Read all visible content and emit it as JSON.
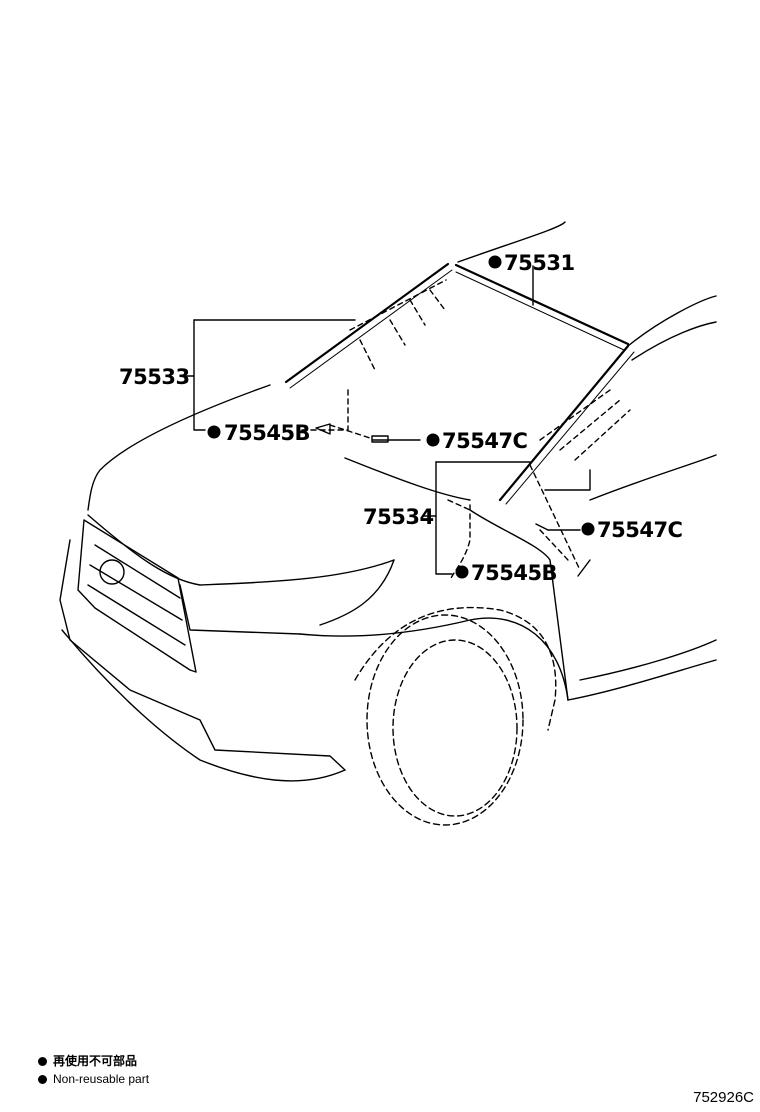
{
  "callouts": [
    {
      "id": "75531",
      "non_reusable": true
    },
    {
      "id": "75533",
      "non_reusable": false
    },
    {
      "id": "75545B",
      "non_reusable": true
    },
    {
      "id": "75547C",
      "non_reusable": true
    },
    {
      "id": "75534",
      "non_reusable": false
    },
    {
      "id": "75547C",
      "non_reusable": true
    },
    {
      "id": "75545B",
      "non_reusable": true
    }
  ],
  "legend": {
    "japanese": "再使用不可部品",
    "english": "Non-reusable part"
  },
  "drawing_code": "752926C"
}
